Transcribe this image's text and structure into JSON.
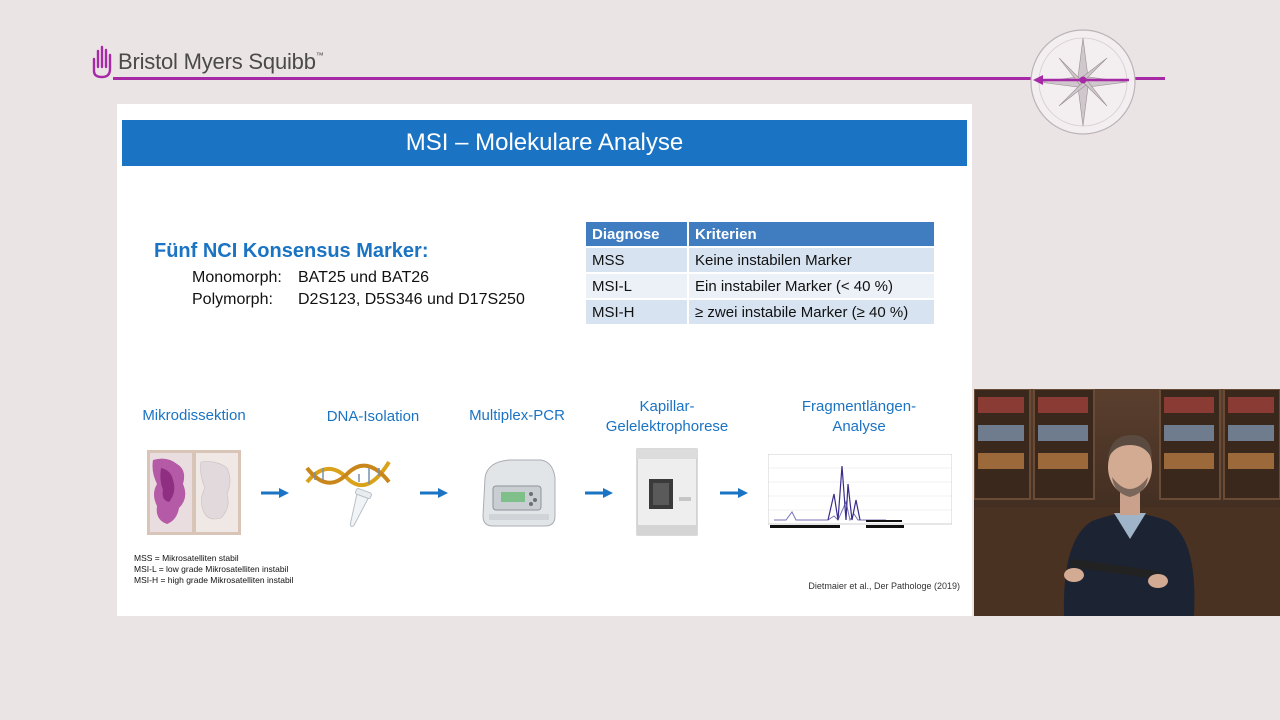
{
  "header": {
    "brand": "Bristol Myers Squibb",
    "trademark": "™",
    "accent_color": "#a62aa6"
  },
  "slide": {
    "title": "MSI – Molekulare Analyse",
    "markers": {
      "heading": "Fünf NCI Konsensus Marker:",
      "rows": [
        {
          "label": "Monomorph:",
          "value": "BAT25 und BAT26"
        },
        {
          "label": "Polymorph:",
          "value": "D2S123, D5S346 und D17S250"
        }
      ]
    },
    "table": {
      "headers": [
        "Diagnose",
        "Kriterien"
      ],
      "rows": [
        [
          "MSS",
          "Keine instabilen Marker"
        ],
        [
          "MSI-L",
          "Ein instabiler Marker (< 40 %)"
        ],
        [
          "MSI-H",
          "≥ zwei instabile Marker (≥ 40 %)"
        ]
      ]
    },
    "steps": [
      {
        "label": "Mikrodissektion"
      },
      {
        "label": "DNA-Isolation"
      },
      {
        "label": "Multiplex-PCR"
      },
      {
        "label": "Kapillar-\nGelelektrophorese"
      },
      {
        "label": "Fragmentlängen-\nAnalyse"
      }
    ],
    "footnotes": [
      "MSS = Mikrosatelliten stabil",
      "MSI-L = low grade Mikrosatelliten instabil",
      "MSI-H = high grade Mikrosatelliten instabil"
    ],
    "citation": "Dietmaier et al., Der Pathologe (2019)"
  }
}
